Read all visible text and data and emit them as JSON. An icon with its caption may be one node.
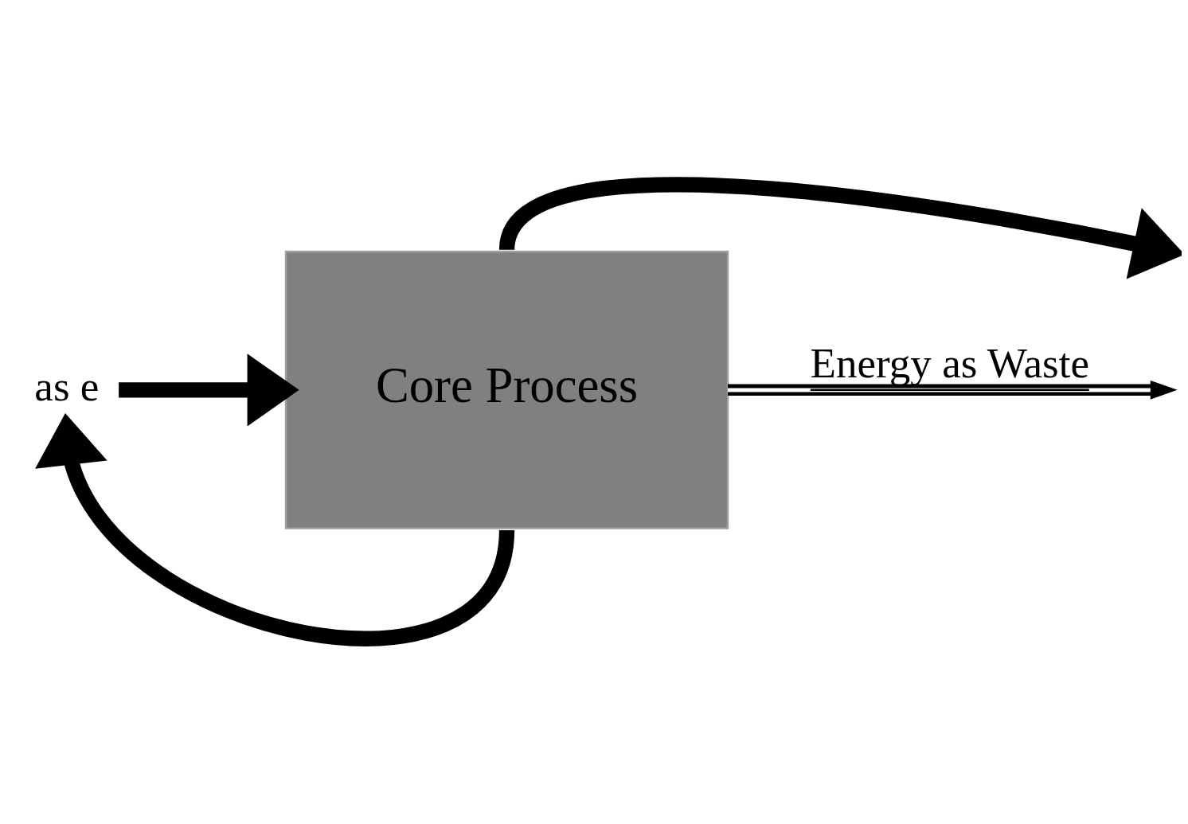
{
  "diagram": {
    "nodes": [
      {
        "text": [
          "as e"
        ]
      },
      {
        "text": [
          "Core Process"
        ]
      }
    ],
    "edges": [
      {
        "from": 0,
        "to": 1,
        "arrow": "to"
      },
      {
        "from": 1,
        "to": null,
        "arrow": "to"
      },
      {
        "from": 1,
        "to": null,
        "arrow": "to",
        "label": "Energy as Waste"
      },
      {
        "from": 1,
        "to": 0,
        "arrow": "to"
      }
    ]
  }
}
